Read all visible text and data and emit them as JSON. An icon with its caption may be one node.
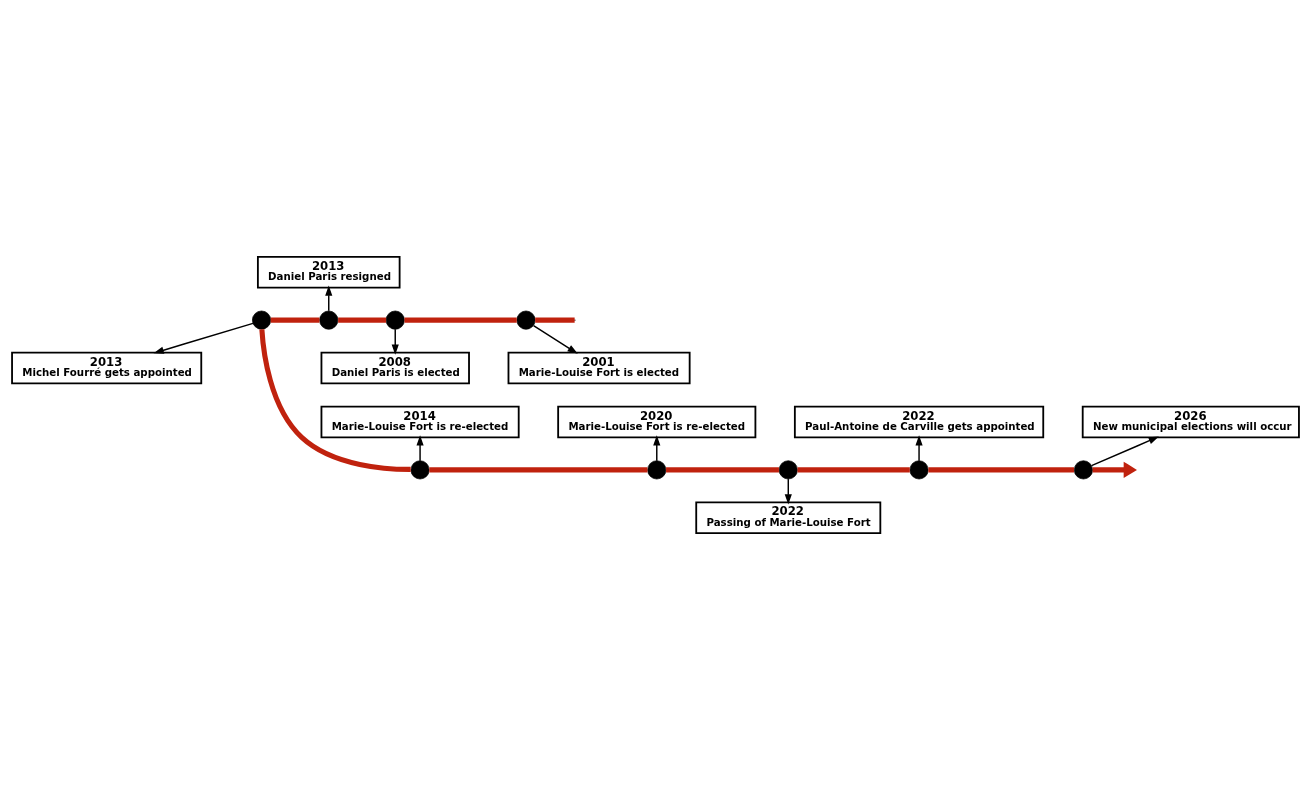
{
  "diagram": {
    "nodes": [
      {
        "text": [
          "2013",
          "Daniel Paris resigned"
        ]
      },
      {
        "text": [],
        "shape": "circle"
      },
      {
        "text": [],
        "shape": "circle"
      },
      {
        "text": [],
        "shape": "circle"
      },
      {
        "text": [],
        "shape": "circle"
      },
      {
        "text": [
          "2013",
          "Michel Fourré gets appointed"
        ]
      },
      {
        "text": [
          "2008",
          "Daniel Paris is elected"
        ]
      },
      {
        "text": [
          "2001",
          "Marie-Louise Fort is elected"
        ]
      },
      {
        "text": [
          "2014",
          "Marie-Louise Fort is re-elected"
        ]
      },
      {
        "text": [
          "2020",
          "Marie-Louise Fort is re-elected"
        ]
      },
      {
        "text": [
          "2022",
          "Paul-Antoine de Carville gets appointed"
        ]
      },
      {
        "text": [
          "2026",
          "New municipal elections will occur"
        ]
      },
      {
        "text": [],
        "shape": "circle"
      },
      {
        "text": [],
        "shape": "circle"
      },
      {
        "text": [],
        "shape": "circle"
      },
      {
        "text": [],
        "shape": "circle"
      },
      {
        "text": [],
        "shape": "circle"
      },
      {
        "text": [
          "2022",
          "Passing of Marie-Louise Fort"
        ]
      }
    ],
    "edges": [
      {
        "from": 2,
        "to": 0,
        "arrow": "to",
        "color": "#000000"
      },
      {
        "from": 1,
        "to": 5,
        "arrow": "to",
        "color": "#000000"
      },
      {
        "from": 3,
        "to": 6,
        "arrow": "to",
        "color": "#000000"
      },
      {
        "from": 4,
        "to": 7,
        "arrow": "to",
        "color": "#000000"
      },
      {
        "from": 12,
        "to": 8,
        "arrow": "to",
        "color": "#000000"
      },
      {
        "from": 13,
        "to": 9,
        "arrow": "to",
        "color": "#000000"
      },
      {
        "from": 15,
        "to": 10,
        "arrow": "to",
        "color": "#000000"
      },
      {
        "from": 16,
        "to": 11,
        "arrow": "to",
        "color": "#000000"
      },
      {
        "from": 14,
        "to": 17,
        "arrow": "to",
        "color": "#000000"
      },
      {
        "from": 4,
        "to": null,
        "arrow": "none"
      },
      {
        "from": 3,
        "to": 4,
        "arrow": "none"
      },
      {
        "from": 2,
        "to": 3,
        "arrow": "none"
      },
      {
        "from": 1,
        "to": 2,
        "arrow": "none"
      },
      {
        "from": 1,
        "to": 12,
        "arrow": "none"
      },
      {
        "from": 12,
        "to": 13,
        "arrow": "none"
      },
      {
        "from": 13,
        "to": 14,
        "arrow": "none"
      },
      {
        "from": 14,
        "to": 15,
        "arrow": "none"
      },
      {
        "from": 15,
        "to": 16,
        "arrow": "none"
      },
      {
        "from": 16,
        "to": null,
        "arrow": "to"
      }
    ]
  }
}
